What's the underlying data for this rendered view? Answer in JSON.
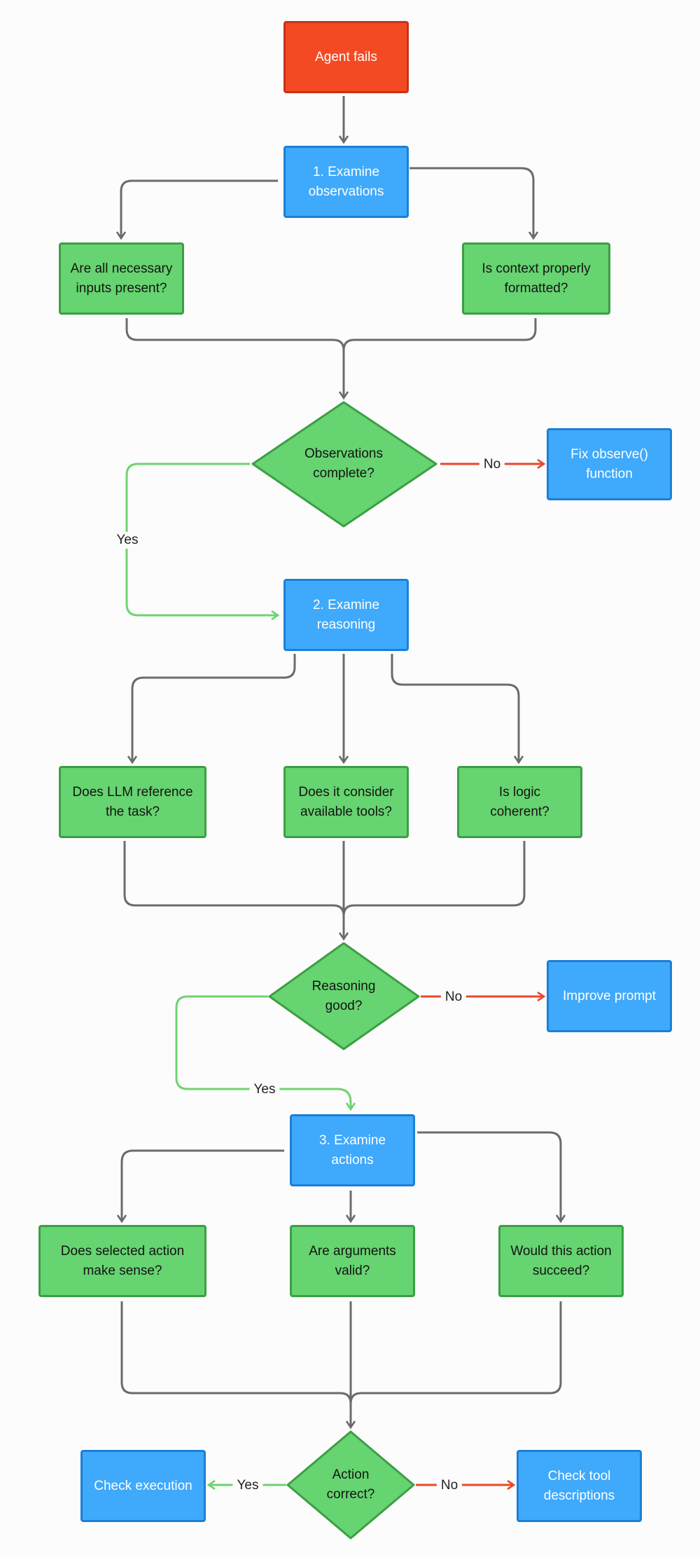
{
  "diagram": {
    "start": "Agent fails",
    "examine_observations": "1. Examine\nobservations",
    "inputs_present": "Are all necessary\ninputs present?",
    "context_formatted": "Is context properly\nformatted?",
    "observations_complete": "Observations\ncomplete?",
    "fix_observe": "Fix observe()\nfunction",
    "examine_reasoning": "2. Examine\nreasoning",
    "llm_reference": "Does LLM reference\nthe task?",
    "consider_tools": "Does it consider\navailable tools?",
    "logic_coherent": "Is logic\ncoherent?",
    "reasoning_good": "Reasoning\ngood?",
    "improve_prompt": "Improve prompt",
    "examine_actions": "3. Examine\nactions",
    "action_sense": "Does selected action\nmake sense?",
    "args_valid": "Are arguments\nvalid?",
    "action_succeed": "Would this action\nsucceed?",
    "action_correct": "Action\ncorrect?",
    "check_execution": "Check execution",
    "check_tool_descriptions": "Check tool\ndescriptions",
    "edge_labels": {
      "obs_no": "No",
      "obs_yes": "Yes",
      "reason_no": "No",
      "reason_yes": "Yes",
      "action_yes": "Yes",
      "action_no": "No"
    }
  },
  "colors": {
    "red": "#f34a23",
    "blue": "#3fa9fb",
    "green": "#66d470",
    "connector": "#6b6b6b",
    "yes_edge": "#6fd36f",
    "no_edge": "#e8482a"
  }
}
